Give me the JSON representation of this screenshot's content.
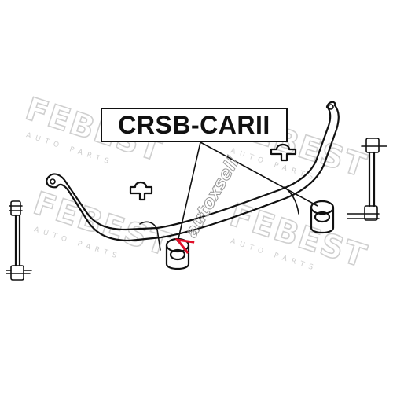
{
  "part_label": "CRSB-CARII",
  "watermark": {
    "brand": "FEBEST",
    "sub": "AUTO PARTS",
    "color": "#cfcfcf"
  },
  "stamp": {
    "text": "autoxsell",
    "accent_color": "#e0102a"
  },
  "icons": {
    "stabilizer_bar": "stabilizer-bar-icon",
    "bushing": "bushing-icon",
    "bracket": "bracket-icon",
    "link": "stabilizer-link-icon"
  }
}
